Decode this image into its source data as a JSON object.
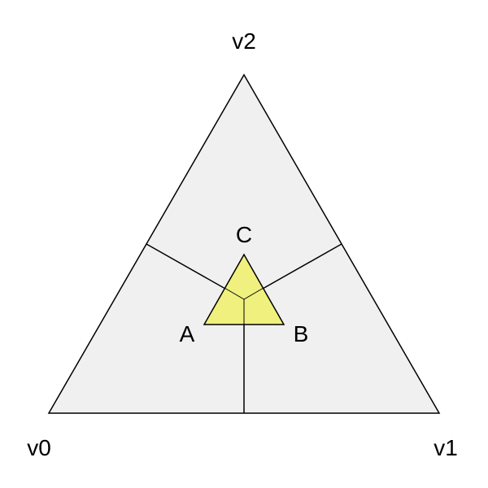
{
  "colors": {
    "outer_fill": "#f0f0f0",
    "outer_stroke": "#000000",
    "inner_fill": "#f0f07e",
    "inner_stroke": "#000000"
  },
  "labels": {
    "v0": "v0",
    "v1": "v1",
    "v2": "v2",
    "a": "A",
    "b": "B",
    "c": "C"
  }
}
